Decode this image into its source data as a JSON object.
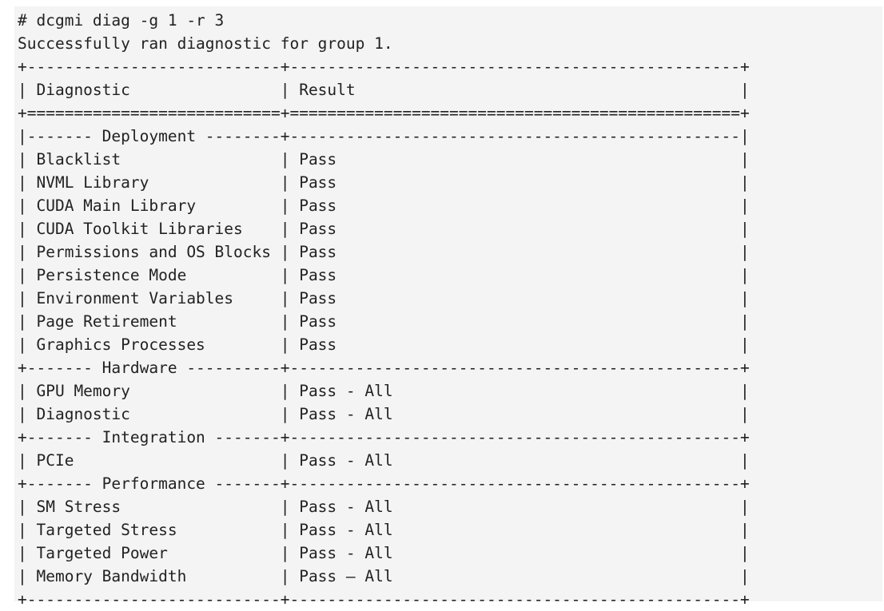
{
  "command": "# dcgmi diag -g 1 -r 3",
  "status_message": "Successfully ran diagnostic for group 1.",
  "table": {
    "top_border": "+---------------------------+------------------------------------------------+",
    "header_row": "| Diagnostic                | Result                                         |",
    "header_separator": "+===========================+================================================+",
    "section_deployment": "|------- Deployment --------+------------------------------------------------|",
    "rows_deployment": [
      "| Blacklist                 | Pass                                           |",
      "| NVML Library              | Pass                                           |",
      "| CUDA Main Library         | Pass                                           |",
      "| CUDA Toolkit Libraries    | Pass                                           |",
      "| Permissions and OS Blocks | Pass                                           |",
      "| Persistence Mode          | Pass                                           |",
      "| Environment Variables     | Pass                                           |",
      "| Page Retirement           | Pass                                           |",
      "| Graphics Processes        | Pass                                           |"
    ],
    "section_hardware": "+------- Hardware ----------+------------------------------------------------+",
    "rows_hardware": [
      "| GPU Memory                | Pass - All                                     |",
      "| Diagnostic                | Pass - All                                     |"
    ],
    "section_integration": "+------- Integration -------+------------------------------------------------+",
    "rows_integration": [
      "| PCIe                      | Pass - All                                     |"
    ],
    "section_performance": "+------- Performance -------+------------------------------------------------+",
    "rows_performance": [
      "| SM Stress                 | Pass - All                                     |",
      "| Targeted Stress           | Pass - All                                     |",
      "| Targeted Power            | Pass - All                                     |",
      "| Memory Bandwidth          | Pass – All                                     |"
    ],
    "bottom_border": "+---------------------------+------------------------------------------------+"
  }
}
